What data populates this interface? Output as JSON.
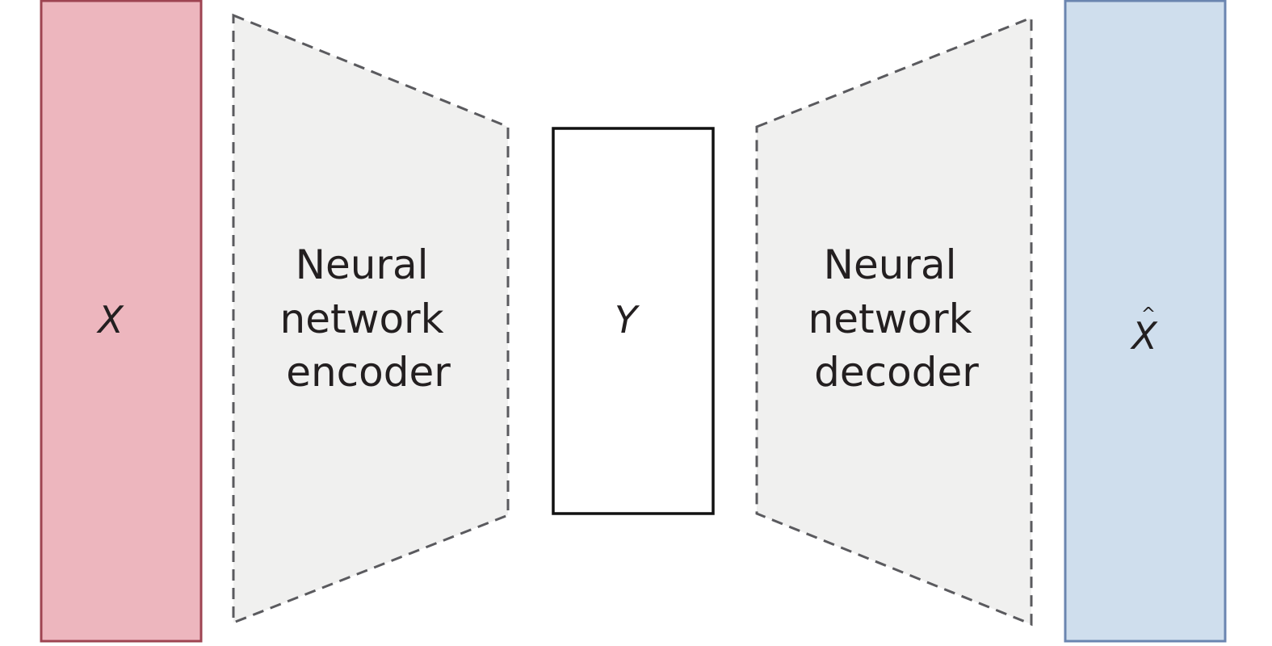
{
  "diagram": {
    "type": "autoencoder",
    "nodes": [
      {
        "id": "input",
        "label": "X",
        "color_fill": "#edb6be",
        "color_border": "#9e4452"
      },
      {
        "id": "encoder",
        "label_lines": [
          "Neural",
          "network",
          "encoder"
        ],
        "color_fill": "#f0f0ef",
        "color_border": "#5a5a5e",
        "border_style": "dashed"
      },
      {
        "id": "latent",
        "label": "Y",
        "color_fill": "#ffffff",
        "color_border": "#111111"
      },
      {
        "id": "decoder",
        "label_lines": [
          "Neural",
          "network",
          "decoder"
        ],
        "color_fill": "#f0f0ef",
        "color_border": "#5a5a5e",
        "border_style": "dashed"
      },
      {
        "id": "output",
        "label": "X",
        "accent": "^",
        "color_fill": "#cfdeed",
        "color_border": "#6b85b0"
      }
    ]
  }
}
